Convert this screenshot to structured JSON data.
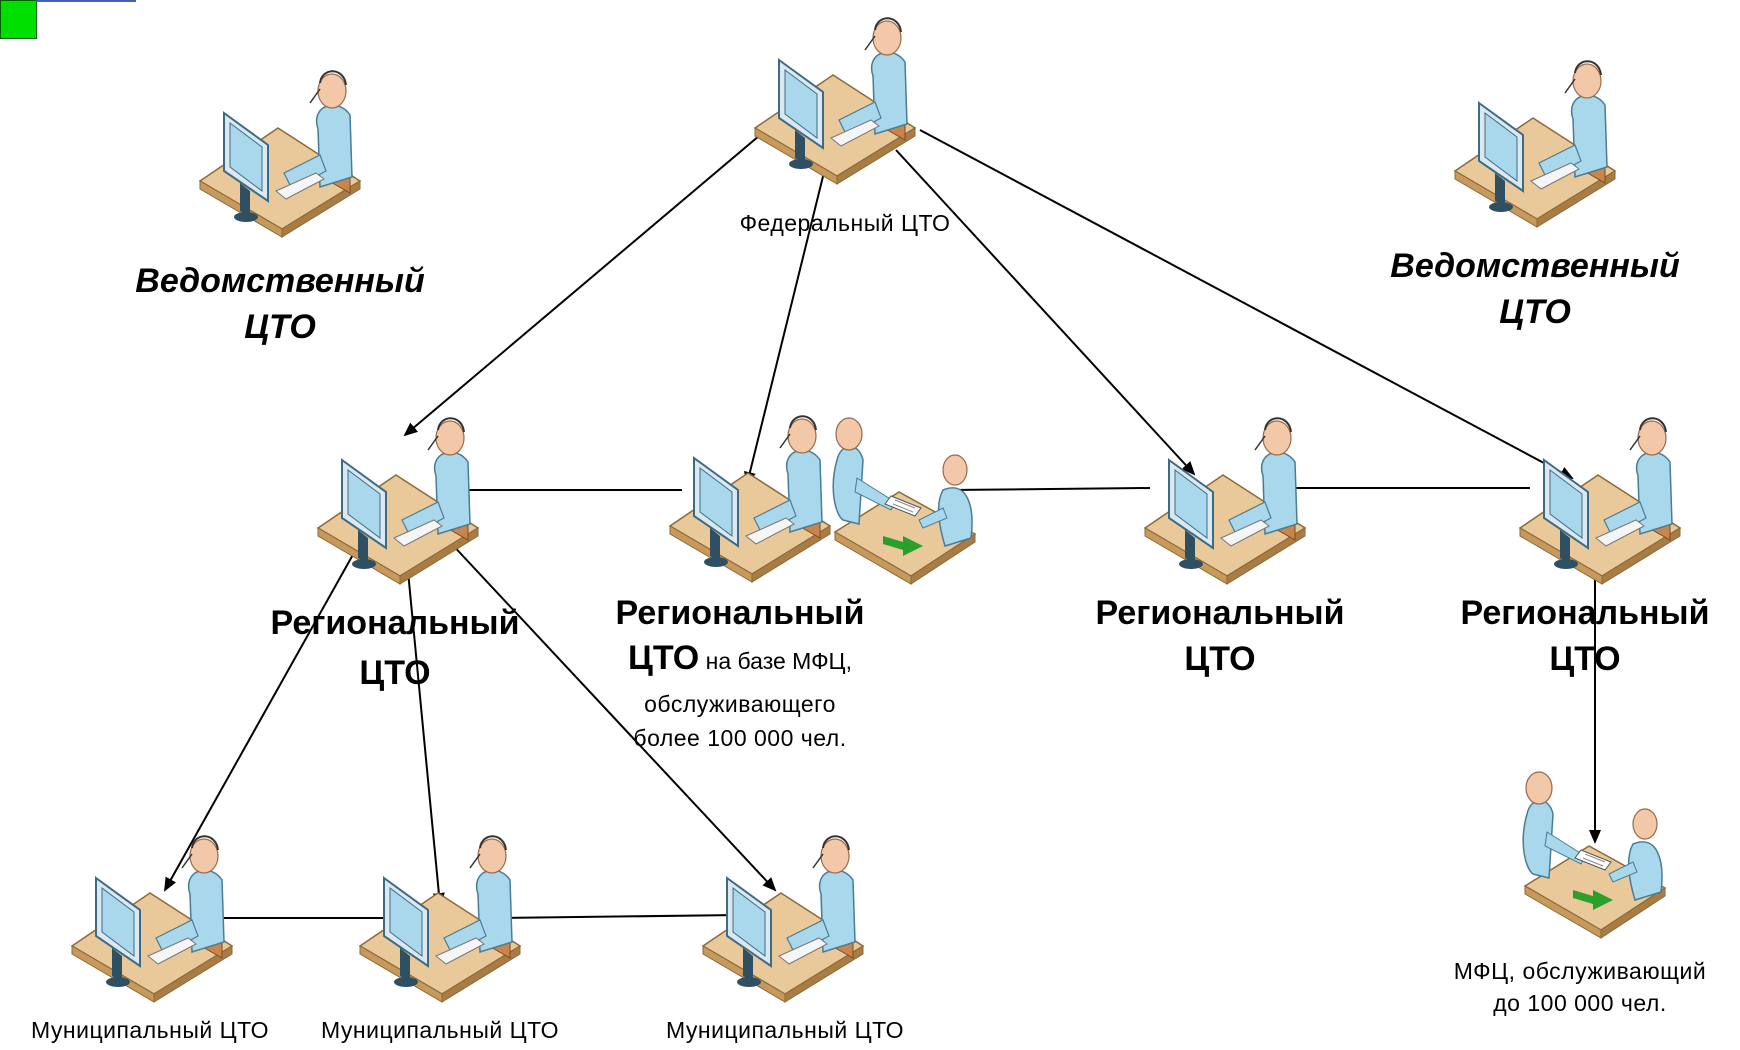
{
  "nodes": {
    "federal": {
      "label": "Федеральный ЦТО"
    },
    "dept_left": {
      "line1": "Ведомственный",
      "line2": "ЦТО"
    },
    "dept_right": {
      "line1": "Ведомственный",
      "line2": "ЦТО"
    },
    "regional_1": {
      "line1": "Региональный",
      "line2": "ЦТО"
    },
    "regional_2": {
      "line1": "Региональный",
      "line2_bold": "ЦТО",
      "line2_rest": " на базе МФЦ,",
      "line3": "обслуживающего",
      "line4": "более 100 000 чел."
    },
    "regional_3": {
      "line1": "Региональный",
      "line2": "ЦТО"
    },
    "regional_4": {
      "line1": "Региональный",
      "line2": "ЦТО"
    },
    "municipal_1": {
      "label": "Муниципальный ЦТО"
    },
    "municipal_2": {
      "label": "Муниципальный ЦТО"
    },
    "municipal_3": {
      "label": "Муниципальный ЦТО"
    },
    "mfc_small": {
      "line1": "МФЦ, обслуживающий",
      "line2": "до 100 000  чел."
    }
  },
  "colors": {
    "badge": "#00e000",
    "person": "#a9d8ec",
    "desk": "#e8c898",
    "arrow": "#2aa02a"
  }
}
